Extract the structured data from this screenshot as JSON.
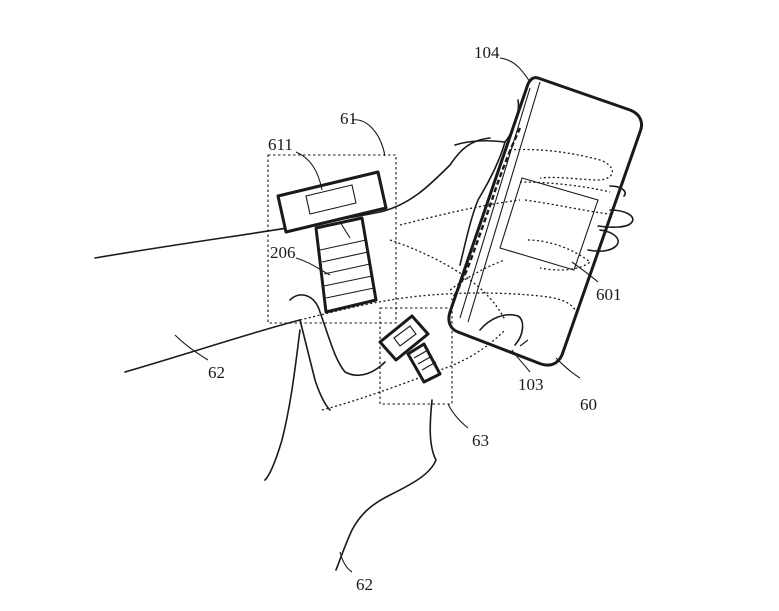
{
  "figure": {
    "labels": {
      "ref_104": "104",
      "ref_61": "61",
      "ref_611": "611",
      "ref_206": "206",
      "ref_601": "601",
      "ref_62_upper": "62",
      "ref_103": "103",
      "ref_60": "60",
      "ref_63": "63",
      "ref_62_lower": "62"
    }
  }
}
